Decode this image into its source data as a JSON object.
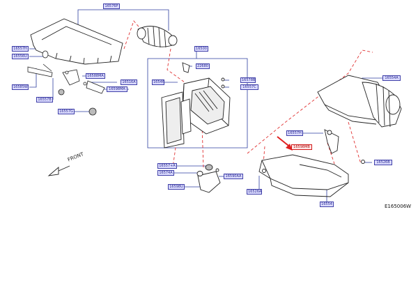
{
  "diagram": {
    "drawing_id": "E165006W",
    "front_label": "FRONT",
    "callouts": [
      {
        "id": "c1",
        "text": "16576P"
      },
      {
        "id": "c2",
        "text": "16557H"
      },
      {
        "id": "c3",
        "text": "16556U"
      },
      {
        "id": "c4",
        "text": "16585W"
      },
      {
        "id": "c5",
        "text": "16557B"
      },
      {
        "id": "c6",
        "text": "16557G"
      },
      {
        "id": "c7",
        "text": "16588MA"
      },
      {
        "id": "c8",
        "text": "16516A"
      },
      {
        "id": "c9",
        "text": "16598MA"
      },
      {
        "id": "c10",
        "text": "16500"
      },
      {
        "id": "c11",
        "text": "22680"
      },
      {
        "id": "c12",
        "text": "16546"
      },
      {
        "id": "c13",
        "text": "16578B"
      },
      {
        "id": "c14",
        "text": "16557C"
      },
      {
        "id": "c15",
        "text": "16554A"
      },
      {
        "id": "c16",
        "text": "16557H"
      },
      {
        "id": "c17",
        "text": "16598MB"
      },
      {
        "id": "c18",
        "text": "16557+A"
      },
      {
        "id": "c19",
        "text": "16574A"
      },
      {
        "id": "c20",
        "text": "16598U"
      },
      {
        "id": "c21",
        "text": "16590AA"
      },
      {
        "id": "c22",
        "text": "16526A"
      },
      {
        "id": "c23",
        "text": "16526B"
      },
      {
        "id": "c24",
        "text": "16554"
      }
    ]
  }
}
